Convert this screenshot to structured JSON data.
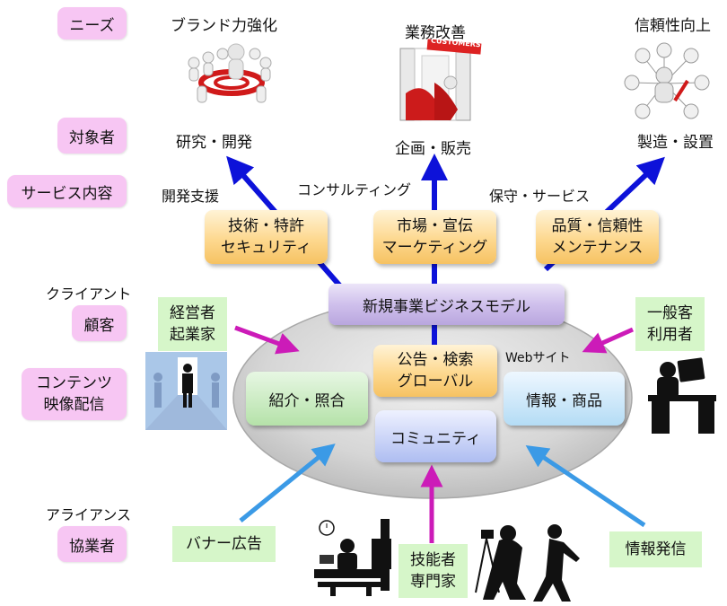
{
  "left_labels": {
    "needs": "ニーズ",
    "target": "対象者",
    "service": "サービス内容",
    "client": "クライアント",
    "customer": "顧客",
    "content_1": "コンテンツ",
    "content_2": "映像配信",
    "alliance": "アライアンス",
    "partner": "協業者"
  },
  "needs": {
    "brand": "ブランド力強化",
    "business": "業務改善",
    "trust": "信頼性向上",
    "customers_sign": "CUSTOMERS"
  },
  "targets": {
    "research": "研究・開発",
    "planning": "企画・販売",
    "manufacturing": "製造・設置"
  },
  "services": {
    "dev_support": "開発支援",
    "consulting": "コンサルティング",
    "maintenance": "保守・サービス"
  },
  "service_boxes": {
    "tech_1": "技術・特許",
    "tech_2": "セキュリティ",
    "market_1": "市場・宣伝",
    "market_2": "マーケティング",
    "quality_1": "品質・信頼性",
    "quality_2": "メンテナンス"
  },
  "core": {
    "model": "新規事業ビジネスモデル",
    "ad_1": "公告・検索",
    "ad_2": "グローバル",
    "website": "Webサイト",
    "intro": "紹介・照合",
    "info": "情報・商品",
    "community": "コミュニティ"
  },
  "inputs": {
    "exec_1": "経営者",
    "exec_2": "起業家",
    "general_1": "一般客",
    "general_2": "利用者",
    "banner": "バナー広告",
    "expert_1": "技能者",
    "expert_2": "専門家",
    "infosend": "情報発信"
  },
  "colors": {
    "arrow_blue": "#0d12d9",
    "arrow_magenta": "#cc1bb8",
    "arrow_lightblue": "#3b9ae6",
    "label_pink": "#f7c6f3",
    "box_green": "#d6f6c9"
  }
}
